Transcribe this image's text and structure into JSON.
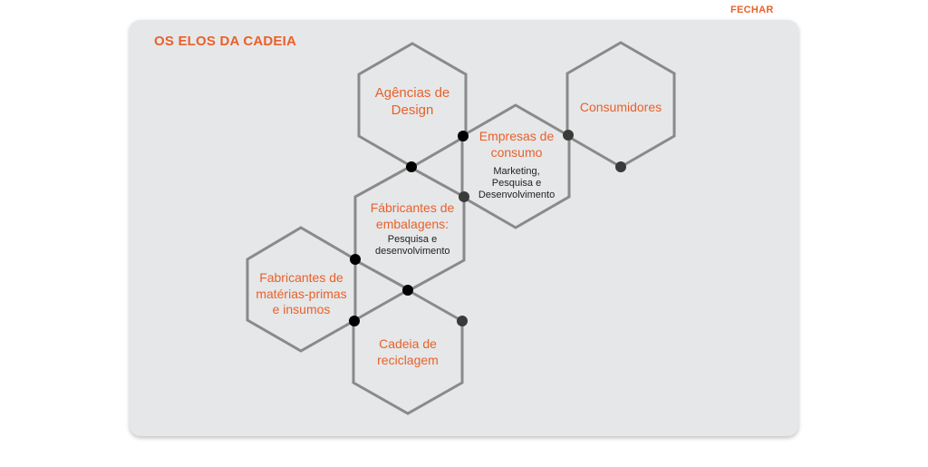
{
  "close_label": "FECHAR",
  "panel_title": "OS ELOS DA CADEIA",
  "hexagons": {
    "design": {
      "title": "Agências de Design"
    },
    "consumo": {
      "title": "Empresas de consumo",
      "subtitle": "Marketing, Pesquisa e Desenvolvimento"
    },
    "consumidores": {
      "title": "Consumidores"
    },
    "embalagens": {
      "title": "Fábricantes de embalagens:",
      "subtitle": "Pesquisa e desenvolvimento"
    },
    "materias": {
      "title": "Fabricantes de matérias-primas e insumos"
    },
    "reciclagem": {
      "title": "Cadeia de reciclagem"
    }
  },
  "colors": {
    "accent": "#e8612c",
    "hex_stroke": "#8a8a8a",
    "panel": "#e6e7e8"
  }
}
